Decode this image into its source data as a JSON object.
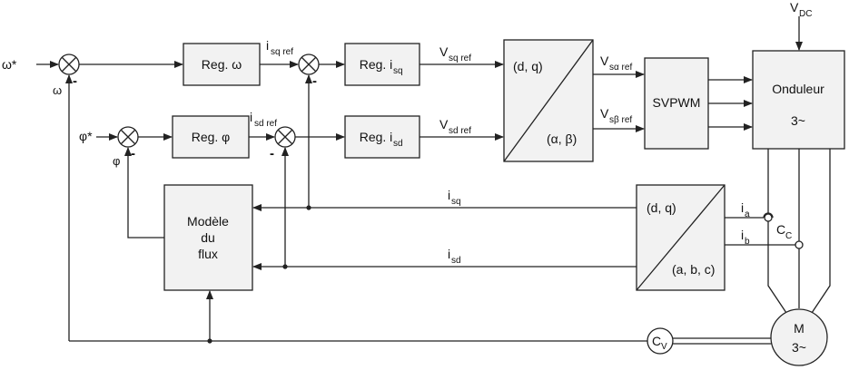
{
  "blocks": {
    "reg_omega": "Reg. ω",
    "reg_isq": "Reg. i",
    "reg_isq_sub": "sq",
    "reg_phi": "Reg. φ",
    "reg_isd": "Reg. i",
    "reg_isd_sub": "sd",
    "park_inv_top": "(d, q)",
    "park_inv_bottom": "(α, β)",
    "svpwm": "SVPWM",
    "onduleur_line1": "Onduleur",
    "onduleur_line2": "3~",
    "modele_line1": "Modèle",
    "modele_line2": "du",
    "modele_line3": "flux",
    "park_top": "(d, q)",
    "park_bottom": "(a, b, c)",
    "motor_line1": "M",
    "motor_line2": "3~",
    "cv_main": "C",
    "cv_sub": "V"
  },
  "signals": {
    "omega_ref": "ω*",
    "omega_fb": "ω",
    "phi_ref": "φ*",
    "phi_fb": "φ",
    "isq_ref_main": "i",
    "isq_ref_sub": "sq ref",
    "isd_ref_main": "i",
    "isd_ref_sub": "sd ref",
    "vsq_ref_main": "V",
    "vsq_ref_sub": "sq ref",
    "vsd_ref_main": "V",
    "vsd_ref_sub": "sd ref",
    "vsa_ref_main": "V",
    "vsa_ref_sub": "sα ref",
    "vsb_ref_main": "V",
    "vsb_ref_sub": "sβ ref",
    "vdc_main": "V",
    "vdc_sub": "DC",
    "isq_fb_main": "i",
    "isq_fb_sub": "sq",
    "isd_fb_main": "i",
    "isd_fb_sub": "sd",
    "ia_main": "i",
    "ia_sub": "a",
    "ib_main": "i",
    "ib_sub": "b",
    "cc_main": "C",
    "cc_sub": "C",
    "minus": "-"
  }
}
